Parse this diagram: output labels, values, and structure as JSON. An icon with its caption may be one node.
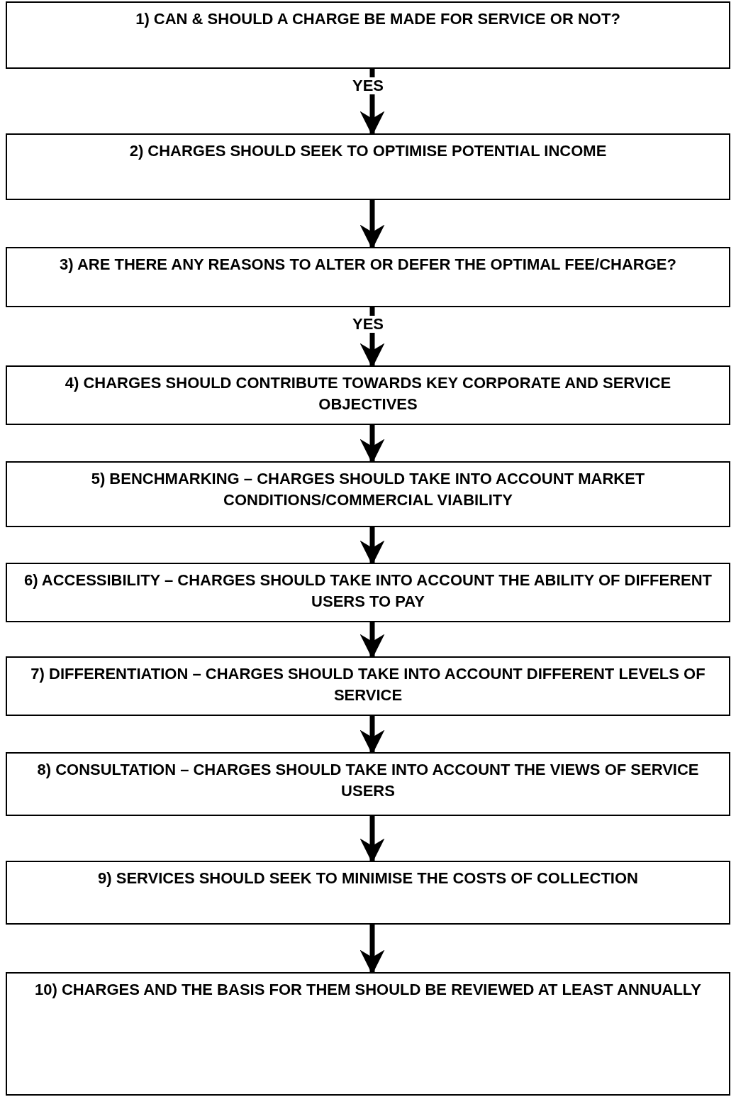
{
  "diagram": {
    "nodes": [
      {
        "text": [
          "1) CAN & SHOULD A CHARGE BE MADE FOR SERVICE OR NOT?"
        ]
      },
      {
        "text": [
          "2) CHARGES SHOULD SEEK TO OPTIMISE POTENTIAL INCOME"
        ]
      },
      {
        "text": [
          "3) ARE THERE ANY REASONS TO ALTER OR DEFER THE OPTIMAL FEE/CHARGE?"
        ]
      },
      {
        "text": [
          "4) CHARGES SHOULD CONTRIBUTE TOWARDS KEY CORPORATE AND SERVICE OBJECTIVES"
        ]
      },
      {
        "text": [
          "5) BENCHMARKING – CHARGES SHOULD TAKE INTO ACCOUNT MARKET CONDITIONS/COMMERCIAL VIABILITY"
        ]
      },
      {
        "text": [
          "6) ACCESSIBILITY – CHARGES SHOULD TAKE INTO ACCOUNT THE ABILITY OF DIFFERENT USERS TO PAY"
        ]
      },
      {
        "text": [
          "7) DIFFERENTIATION – CHARGES SHOULD TAKE INTO ACCOUNT DIFFERENT LEVELS OF SERVICE"
        ]
      },
      {
        "text": [
          "8) CONSULTATION – CHARGES SHOULD TAKE INTO ACCOUNT THE VIEWS OF SERVICE USERS"
        ]
      },
      {
        "text": [
          "9) SERVICES SHOULD SEEK TO MINIMISE THE COSTS OF COLLECTION"
        ]
      },
      {
        "text": [
          "10) CHARGES AND THE BASIS FOR THEM SHOULD BE REVIEWED AT LEAST ANNUALLY"
        ]
      }
    ],
    "edges": [
      {
        "from": 0,
        "to": 1,
        "arrow": "to",
        "label": "YES"
      },
      {
        "from": 1,
        "to": 2,
        "arrow": "to"
      },
      {
        "from": 2,
        "to": 3,
        "arrow": "to",
        "label": "YES"
      },
      {
        "from": 3,
        "to": 4,
        "arrow": "to"
      },
      {
        "from": 4,
        "to": 5,
        "arrow": "to"
      },
      {
        "from": 5,
        "to": 6,
        "arrow": "to"
      },
      {
        "from": 6,
        "to": 7,
        "arrow": "to"
      },
      {
        "from": 7,
        "to": 8,
        "arrow": "to"
      },
      {
        "from": 8,
        "to": 9,
        "arrow": "to"
      }
    ]
  }
}
